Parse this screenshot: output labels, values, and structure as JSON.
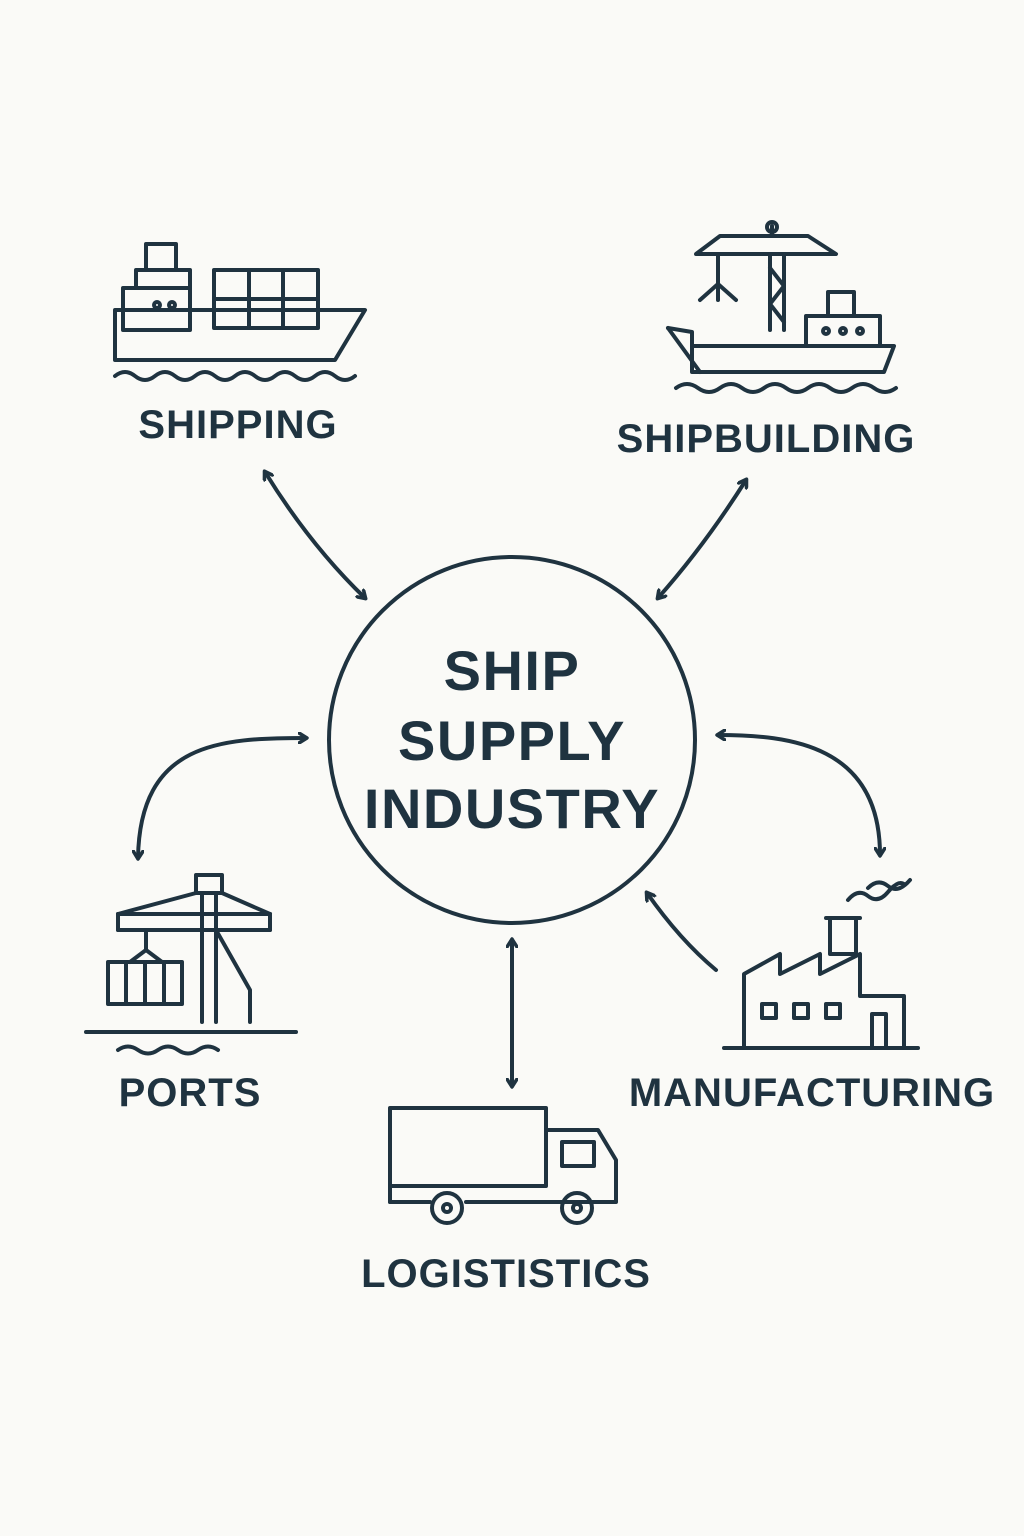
{
  "center": {
    "lines": [
      "SHIP",
      "SUPPLY",
      "INDUSTRY"
    ]
  },
  "nodes": [
    {
      "id": "shipping",
      "label": "SHIPPING",
      "icon": "container-ship-icon"
    },
    {
      "id": "shipbuilding",
      "label": "SHIPBUILDING",
      "icon": "shipyard-crane-icon"
    },
    {
      "id": "ports",
      "label": "PORTS",
      "icon": "port-crane-icon"
    },
    {
      "id": "manufacturing",
      "label": "MANUFACTURING",
      "icon": "factory-icon"
    },
    {
      "id": "logistics",
      "label": "LOGISTISTICS",
      "icon": "truck-icon"
    }
  ],
  "connections": [
    {
      "between": [
        "shipping",
        "center"
      ],
      "direction": "both"
    },
    {
      "between": [
        "shipbuilding",
        "center"
      ],
      "direction": "both"
    },
    {
      "between": [
        "ports",
        "center"
      ],
      "direction": "both"
    },
    {
      "between": [
        "manufacturing",
        "center"
      ],
      "direction": "both"
    },
    {
      "between": [
        "logistics",
        "center"
      ],
      "direction": "both"
    }
  ],
  "colors": {
    "ink": "#1f3340",
    "background": "#fafaf7"
  }
}
